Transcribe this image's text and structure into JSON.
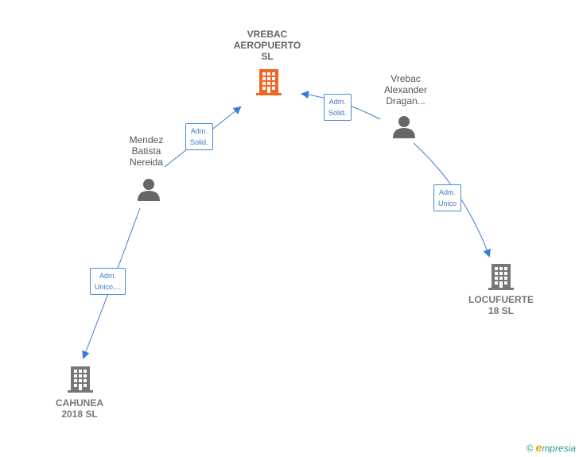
{
  "nodes": {
    "vrebac_aeropuerto": {
      "label_lines": [
        "VREBAC",
        "AEROPUERTO",
        "SL"
      ],
      "kind": "company",
      "color": "#f26522"
    },
    "mendez": {
      "label_lines": [
        "Mendez",
        "Batista",
        "Nereida"
      ],
      "kind": "person",
      "color": "#666666"
    },
    "vrebac_alexander": {
      "label_lines": [
        "Vrebac",
        "Alexander",
        "Dragan..."
      ],
      "kind": "person",
      "color": "#666666"
    },
    "locufuerte": {
      "label_lines": [
        "LOCUFUERTE",
        "18  SL"
      ],
      "kind": "company",
      "color": "#777777"
    },
    "cahunea": {
      "label_lines": [
        "CAHUNEA",
        "2018  SL"
      ],
      "kind": "company",
      "color": "#777777"
    }
  },
  "edges": [
    {
      "from": "mendez",
      "to": "vrebac_aeropuerto",
      "label_lines": [
        "Adm.",
        "Solid."
      ]
    },
    {
      "from": "vrebac_alexander",
      "to": "vrebac_aeropuerto",
      "label_lines": [
        "Adm.",
        "Solid."
      ]
    },
    {
      "from": "vrebac_alexander",
      "to": "locufuerte",
      "label_lines": [
        "Adm.",
        "Unico"
      ]
    },
    {
      "from": "mendez",
      "to": "cahunea",
      "label_lines": [
        "Adm.",
        "Unico,..."
      ]
    }
  ],
  "edge_color": "#3a7bd5",
  "footer": {
    "copyright": "©",
    "brand_initial": "e",
    "brand_rest": "mpresia"
  }
}
